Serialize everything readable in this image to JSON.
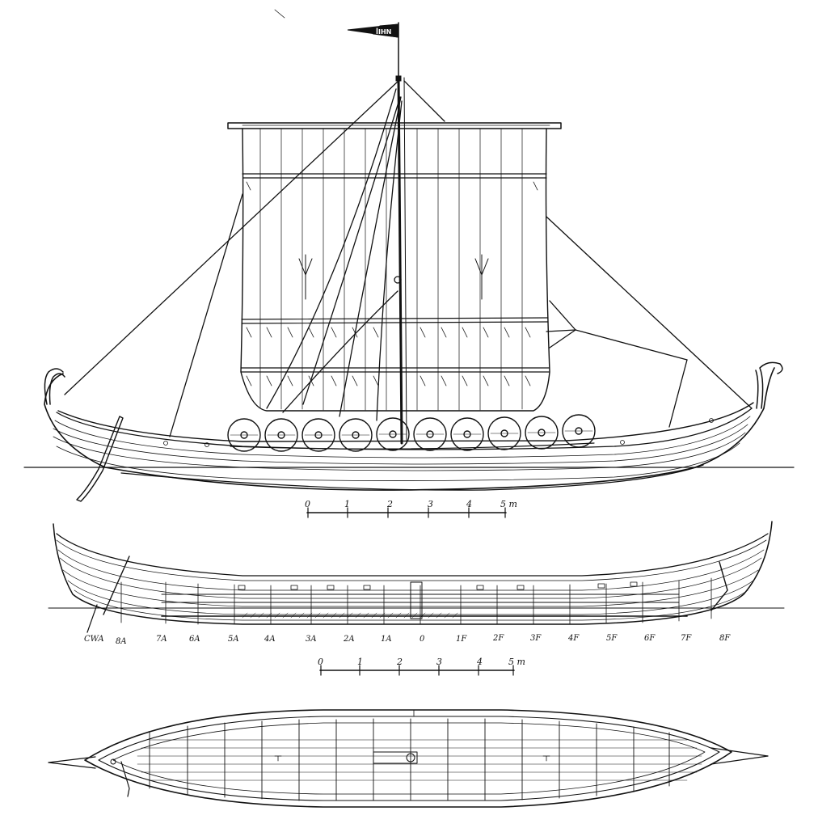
{
  "flag": {
    "text": "ꟾIHN"
  },
  "scale_top": {
    "ticks": [
      "0",
      "1",
      "2",
      "3",
      "4",
      "5 m"
    ]
  },
  "scale_bottom": {
    "ticks": [
      "0",
      "1",
      "2",
      "3",
      "4",
      "5 m"
    ]
  },
  "stations": [
    "CWA",
    "8A",
    "7A",
    "6A",
    "5A",
    "4A",
    "3A",
    "2A",
    "1A",
    "0",
    "1F",
    "2F",
    "3F",
    "4F",
    "5F",
    "6F",
    "7F",
    "8F"
  ],
  "colors": {
    "ink": "#111111",
    "paper": "#ffffff"
  }
}
